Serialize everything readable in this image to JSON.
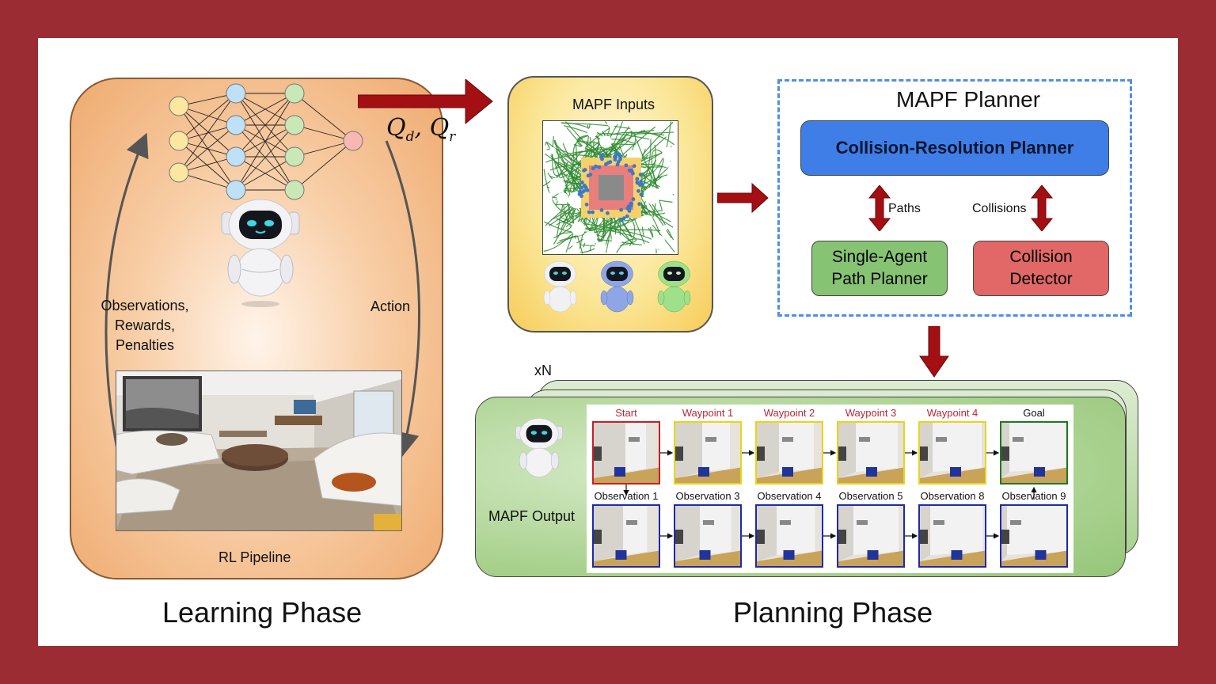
{
  "learning": {
    "equation": "Q_d, Q_r",
    "left_arrow_label": [
      "Observations,",
      "Rewards,",
      "Penalties"
    ],
    "right_arrow_label": "Action",
    "pipeline_label": "RL Pipeline",
    "phase_title": "Learning Phase"
  },
  "inputs": {
    "title": "MAPF Inputs"
  },
  "planner": {
    "title": "MAPF Planner",
    "collision_resolution": "Collision-Resolution Planner",
    "paths_label": "Paths",
    "collisions_label": "Collisions",
    "single_agent": [
      "Single-Agent",
      "Path Planner"
    ],
    "collision_detector": [
      "Collision",
      "Detector"
    ]
  },
  "output": {
    "repeat_label": "xN",
    "output_label": "MAPF Output",
    "top_row": [
      {
        "label": "Start",
        "color": "#b8263a"
      },
      {
        "label": "Waypoint 1",
        "color": "#b8263a"
      },
      {
        "label": "Waypoint 2",
        "color": "#b8263a"
      },
      {
        "label": "Waypoint 3",
        "color": "#b8263a"
      },
      {
        "label": "Waypoint 4",
        "color": "#b8263a"
      },
      {
        "label": "Goal",
        "color": "#111111"
      }
    ],
    "bottom_row": [
      {
        "label": "Observation 1"
      },
      {
        "label": "Observation 3"
      },
      {
        "label": "Observation 4"
      },
      {
        "label": "Observation 5"
      },
      {
        "label": "Observation 8"
      },
      {
        "label": "Observation 9"
      }
    ],
    "top_frame_colors": [
      "#c4202a",
      "#e8d51a",
      "#e8d51a",
      "#e8d51a",
      "#e8d51a",
      "#1e7a22"
    ],
    "bottom_frame_color": "#1d2aa8",
    "phase_title": "Planning Phase"
  },
  "colors": {
    "arrow": "#a30f12",
    "rl_box": "#efaa6f",
    "inputs_box": "#f6cc58",
    "planner_border": "#4f8fe6",
    "crp": "#3e7ee6",
    "sap": "#86c474",
    "cd": "#e16866"
  }
}
